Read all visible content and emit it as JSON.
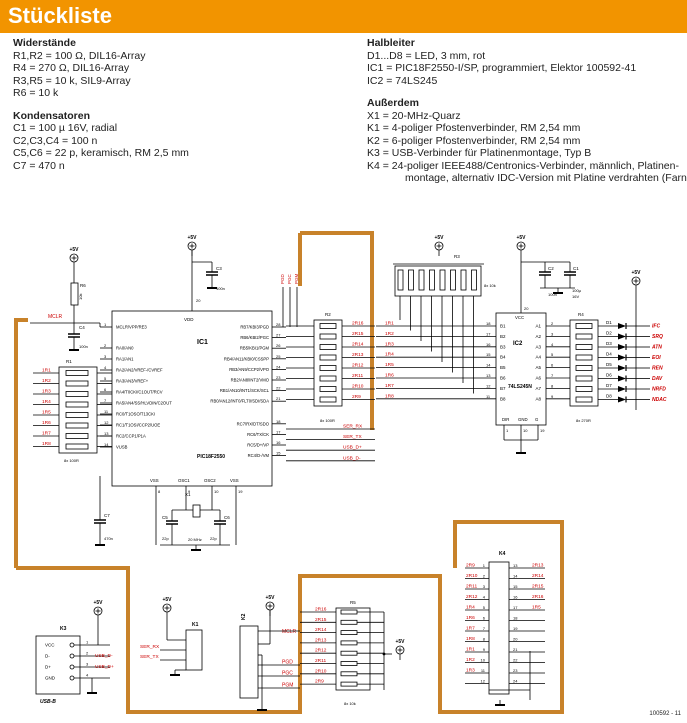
{
  "header": {
    "title": "Stückliste"
  },
  "left_column": [
    {
      "heading": "Widerstände",
      "lines": [
        "R1,R2 = 100 Ω, DIL16-Array",
        "R4 = 270 Ω, DIL16-Array",
        "R3,R5 = 10 k, SIL9-Array",
        "R6 = 10 k"
      ]
    },
    {
      "heading": "Kondensatoren",
      "lines": [
        "C1 = 100 µ 16V, radial",
        "C2,C3,C4 = 100 n",
        "C5,C6 = 22 p, keramisch, RM 2,5 mm",
        "C7 = 470 n"
      ]
    }
  ],
  "right_column": [
    {
      "heading": "Halbleiter",
      "lines": [
        "D1...D8 = LED, 3 mm, rot",
        "IC1 = PIC18F2550-I/SP, programmiert, Elektor 100592-41",
        "IC2 = 74LS245"
      ]
    },
    {
      "heading": "Außerdem",
      "lines": [
        "X1 = 20-MHz-Quarz",
        "K1 = 4-poliger Pfostenverbinder, RM 2,54 mm",
        "K2 = 6-poliger Pfostenverbinder, RM 2,54 mm",
        "K3 = USB-Verbinder für Platinenmontage, Typ B",
        "K4 = 24-poliger IEEE488/Centronics-Verbinder, männlich, Platinen-",
        "montage, alternativ IDC-Version mit Platine verdrahten (Farnell #"
      ]
    }
  ],
  "schematic": {
    "ic1": {
      "name": "IC1",
      "part": "PIC18F2550",
      "vdd": "VDD",
      "vss": "VSS",
      "osc1": "OSC1",
      "osc2": "OSC2",
      "left_pins": [
        "MCLR/VPP/RE3",
        "RA0/AN0",
        "RA1/AN1",
        "RA2/AN2/VREF-/CVREF",
        "RA3/AN3/VREF+",
        "RA4/T0CKI/C1OUT/RCV",
        "RA5/AN4/SS/HLVDIN/C2OUT",
        "RC0/T1OSO/T13CKI",
        "RC1/T1OSI/CCP2/UOE",
        "RC2/CCP1/P1A",
        "VUSB"
      ],
      "left_nums": [
        "1",
        "2",
        "3",
        "4",
        "5",
        "6",
        "7",
        "11",
        "12",
        "13",
        "14"
      ],
      "right_pins": [
        "RB7/KBI3/PGD",
        "RB6/KBI2/PGC",
        "RB5/KBI1/PGM",
        "RB4/AN11/KBI0/CSSPP",
        "RB3/AN9/CCP2/VPO",
        "RB2/AN8/INT2/VMO",
        "RB1/AN10/INT1/SCK/SCL",
        "RB0/AN12/INT0/FLT0/SDI/SDA",
        "RC7/RX/DT/SDO",
        "RC6/TX/CK",
        "RC5/D+/VP",
        "RC4/D-/VM"
      ],
      "right_nums": [
        "28",
        "27",
        "26",
        "25",
        "24",
        "23",
        "22",
        "21",
        "18",
        "17",
        "16",
        "15"
      ],
      "vdd_pin": "20",
      "vss_pins": [
        "8",
        "9",
        "10",
        "19"
      ]
    },
    "ic2": {
      "name": "IC2",
      "part": "74LS245N",
      "vcc": "VCC",
      "dir": "DIR",
      "gnd": "GND",
      "g": "G",
      "b_pins": [
        "B1",
        "B2",
        "B3",
        "B4",
        "B5",
        "B6",
        "B7",
        "B8"
      ],
      "b_nums": [
        "18",
        "17",
        "16",
        "15",
        "14",
        "13",
        "12",
        "11"
      ],
      "a_pins": [
        "A1",
        "A2",
        "A3",
        "A4",
        "A5",
        "A6",
        "A7",
        "A8"
      ],
      "a_nums": [
        "2",
        "3",
        "4",
        "5",
        "6",
        "7",
        "8",
        "9"
      ],
      "vcc_pin": "20",
      "dir_pin": "1",
      "gnd_pin": "10",
      "g_pin": "19"
    },
    "supply": "+5V",
    "nets_r1": [
      "1R1",
      "1R2",
      "1R3",
      "1R4",
      "1R5",
      "1R6",
      "1R7",
      "1R8"
    ],
    "nets_r2": [
      "2R16",
      "2R15",
      "2R14",
      "2R13",
      "2R12",
      "2R11",
      "2R10",
      "2R9"
    ],
    "nets_r1b": [
      "1R16",
      "1R15",
      "1R14",
      "1R13",
      "1R12",
      "1R11",
      "1R10",
      "1R9"
    ],
    "ser": [
      "SER_RX",
      "SER_TX",
      "USB_D+",
      "USB_D-"
    ],
    "prog": [
      "PGD",
      "PGC",
      "PGM"
    ],
    "mclr": "MCLR",
    "leds": [
      "D1",
      "D2",
      "D3",
      "D4",
      "D5",
      "D6",
      "D7",
      "D8"
    ],
    "signals": [
      "IFC",
      "SRQ",
      "ATN",
      "EOI",
      "REN",
      "DAV",
      "NRFD",
      "NDAC"
    ],
    "labels": {
      "r1": "R1",
      "r1v": "8x 100R",
      "r2": "R2",
      "r2v": "8x 100R",
      "r3": "R3",
      "r3v": "8x 10k",
      "r4": "R4",
      "r4v": "8x 270R",
      "r5": "R5",
      "r5v": "8x 10k",
      "r6": "R6",
      "r6v": "10k",
      "c1": "C1",
      "c1v": "100µ",
      "c1v2": "16V",
      "c2": "C2",
      "c2v": "100n",
      "c3": "C3",
      "c3v": "100n",
      "c4": "C4",
      "c4v": "100n",
      "c5": "C5",
      "c5v": "22p",
      "c6": "C6",
      "c6v": "22p",
      "c7": "C7",
      "c7v": "470n",
      "x1": "X1",
      "x1v": "20 MHz",
      "k1": "K1",
      "k2": "K2",
      "k3": "K3",
      "k3v": "USB-B",
      "k4": "K4",
      "usb_pins": [
        "VCC",
        "D-",
        "D+",
        "GND"
      ]
    },
    "k4_left": [
      "2R9",
      "2R10",
      "2R11",
      "2R12",
      "1R4",
      "1R6",
      "1R7",
      "1R8",
      "1R1",
      "1R2",
      "1R3"
    ],
    "k4_left_nums": [
      "1",
      "2",
      "3",
      "4",
      "5",
      "6",
      "7",
      "8",
      "9",
      "10",
      "11",
      "12"
    ],
    "k4_right": [
      "2R13",
      "2R14",
      "2R15",
      "2R16",
      "1R5"
    ],
    "k4_right_nums": [
      "13",
      "14",
      "15",
      "16",
      "17",
      "18",
      "19",
      "20",
      "21",
      "22",
      "23",
      "24"
    ],
    "figure_no": "100592 - 11"
  },
  "colors": {
    "accent": "#f29400",
    "bus": "#c8822a",
    "wire": "#000000",
    "netlabel": "#cc0000"
  }
}
